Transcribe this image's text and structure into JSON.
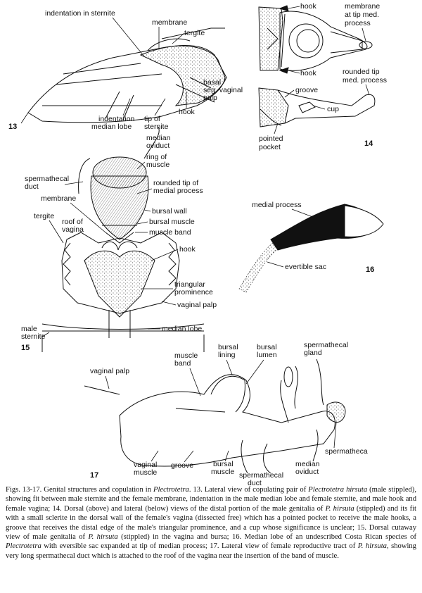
{
  "figures": {
    "f13": {
      "number": "13",
      "labels": {
        "indentation_sternite": "indentation in sternite",
        "membrane": "membrane",
        "tergite": "tergite",
        "basal_seg": "basal",
        "basal_seg2": "seg. vaginal",
        "basal_seg3": "palp",
        "hook": "hook",
        "tip_of": "tip of",
        "sternite": "sternite",
        "indentation_median": "indentation",
        "median_lobe": "median lobe"
      }
    },
    "f14": {
      "number": "14",
      "labels": {
        "hook_top": "hook",
        "hook_bottom": "hook",
        "membrane1": "membrane",
        "membrane2": "at tip med.",
        "membrane3": "process",
        "rounded1": "rounded tip",
        "rounded2": "med. process",
        "groove": "groove",
        "cup": "cup",
        "pointed1": "pointed",
        "pointed2": "pocket"
      }
    },
    "f15": {
      "number": "15",
      "labels": {
        "median_oviduct1": "median",
        "median_oviduct2": "oviduct",
        "ring1": "ring of",
        "ring2": "muscle",
        "sperm_duct1": "spermathecal",
        "sperm_duct2": "duct",
        "rounded1": "rounded tip of",
        "rounded2": "medial process",
        "membrane": "membrane",
        "bursal_wall": "bursal wall",
        "tergite": "tergite",
        "roof1": "roof of",
        "roof2": "vagina",
        "bursal_muscle": "bursal muscle",
        "muscle_band": "muscle band",
        "hook": "hook",
        "tri1": "triangular",
        "tri2": "prominence",
        "vaginal_palp": "vaginal palp",
        "male1": "male",
        "male2": "sternite",
        "median_lobe": "median lobe"
      }
    },
    "f16": {
      "number": "16",
      "labels": {
        "medial_process": "medial process",
        "evertible_sac": "evertible sac"
      }
    },
    "f17": {
      "number": "17",
      "labels": {
        "vaginal_palp": "vaginal palp",
        "muscle1": "muscle",
        "muscle2": "band",
        "bursal_lining1": "bursal",
        "bursal_lining2": "lining",
        "bursal_lumen1": "bursal",
        "bursal_lumen2": "lumen",
        "gland1": "spermathecal",
        "gland2": "gland",
        "vaginal_muscle1": "vaginal",
        "vaginal_muscle2": "muscle",
        "groove": "groove",
        "bursal_muscle1": "bursal",
        "bursal_muscle2": "muscle",
        "sperm_duct1": "spermathecal",
        "sperm_duct2": "duct",
        "spermatheca": "spermatheca",
        "median1": "median",
        "median2": "oviduct"
      }
    }
  },
  "caption": {
    "title": "Figs. 13-17. Genital structures and copulation in ",
    "genus": "Plectrotetra",
    "part1": ". 13. Lateral view of copulating pair of ",
    "species1": "Plectrotetra hirsuta",
    "part2": " (male stippled), showing fit between male sternite and the female membrane, indentation in the male median lobe and female sternite, and male hook and female vagina; 14. Dorsal (above) and lateral (below) views of the distal portion of the male genitalia of ",
    "species2": "P. hirsuta",
    "part3": " (stippled) and its fit with a small sclerite in the dorsal wall of the female's vagina (dissected free) which has a pointed pocket to receive the male hooks, a groove that receives the distal edge of the male's triangular prominence, and a cup whose significance is unclear; 15. Dorsal cutaway view of male genitalia of ",
    "species3": "P. hirsuta",
    "part4": " (stippled) in the vagina and bursa; 16. Median lobe of an undescribed Costa Rican species of ",
    "genus2": "Plectrotetra",
    "part5": " with eversible sac expanded at tip of median process; 17. Lateral view of female reproductive tract of ",
    "species4": "P. hirsuta",
    "part6": ", showing very long spermathecal duct which is attached to the roof of the vagina near the insertion of the band of muscle."
  }
}
